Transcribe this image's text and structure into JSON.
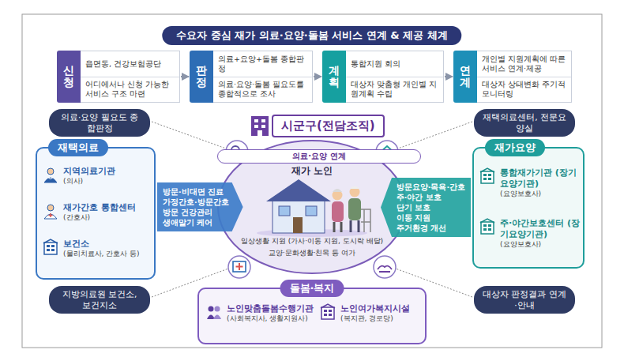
{
  "diagram": {
    "title": "수요자 중심 재가 의료·요양·돌봄 서비스 연계 & 제공 체계",
    "nodes": [
      {
        "text": [
          "신청",
          "읍면동, 건강보험공단",
          "어디에서나 신청 가능한 서비스 구조 마련"
        ]
      },
      {
        "text": [
          "판정",
          "의료+요양+돌봄 종합판정",
          "의료·요양·돌봄 필요도를 종합적으로 조사"
        ]
      },
      {
        "text": [
          "계획",
          "통합지원 회의",
          "대상자 맞춤형 개인별 지원계획 수립"
        ]
      },
      {
        "text": [
          "연계",
          "개인별 지원계획에 따른 서비스 연계·제공",
          "대상자 상태변화 주기적 모니터링"
        ]
      },
      {
        "text": [
          "의료·요양 필요도 종합판정"
        ]
      },
      {
        "text": [
          "시군구(전담조직)"
        ]
      },
      {
        "text": [
          "재택의료센터, 전문요양실"
        ]
      },
      {
        "text": [
          "재택의료"
        ]
      },
      {
        "text": [
          "지역의료기관",
          "(의사)"
        ],
        "in": 7
      },
      {
        "text": [
          "재가간호 통합센터",
          "(간호사)"
        ],
        "in": 7
      },
      {
        "text": [
          "보건소",
          "(물리치료사, 간호사 등)"
        ],
        "in": 7
      },
      {
        "text": [
          "방문·비대면 진료",
          "가정간호·방문간호",
          "방문 건강관리",
          "생애말기 케어"
        ]
      },
      {
        "text": [
          "의료·요양 연계",
          "재가 노인",
          "일상생활 지원 (가사·이동 지원, 도시락 배달)",
          "교양·문화생활·친목 등 여가"
        ]
      },
      {
        "text": [
          "방문요양·목욕·간호",
          "주·야간 보호",
          "단기 보호",
          "이동 지원",
          "주거환경 개선"
        ]
      },
      {
        "text": [
          "재가요양"
        ]
      },
      {
        "text": [
          "통합재가기관 (장기요양기관)",
          "(요양보호사)"
        ],
        "in": 14
      },
      {
        "text": [
          "주·야간보호센터 (장기요양기관)",
          "(요양보호사)"
        ],
        "in": 14
      },
      {
        "text": [
          "지방의료원 보건소, 보건지소"
        ]
      },
      {
        "text": [
          "돌봄·복지"
        ]
      },
      {
        "text": [
          "노인맞춤돌봄수행기관",
          "(사회복지사, 생활지원사)"
        ],
        "in": 18
      },
      {
        "text": [
          "노인여가복지시설",
          "(복지관, 경로당)"
        ],
        "in": 18
      },
      {
        "text": [
          "대상자 판정결과 연계·안내"
        ]
      }
    ],
    "edges": [
      {
        "from": 0,
        "to": 1,
        "arrow": "to"
      },
      {
        "from": 1,
        "to": 2,
        "arrow": "to"
      },
      {
        "from": 2,
        "to": 3,
        "arrow": "to"
      }
    ]
  }
}
